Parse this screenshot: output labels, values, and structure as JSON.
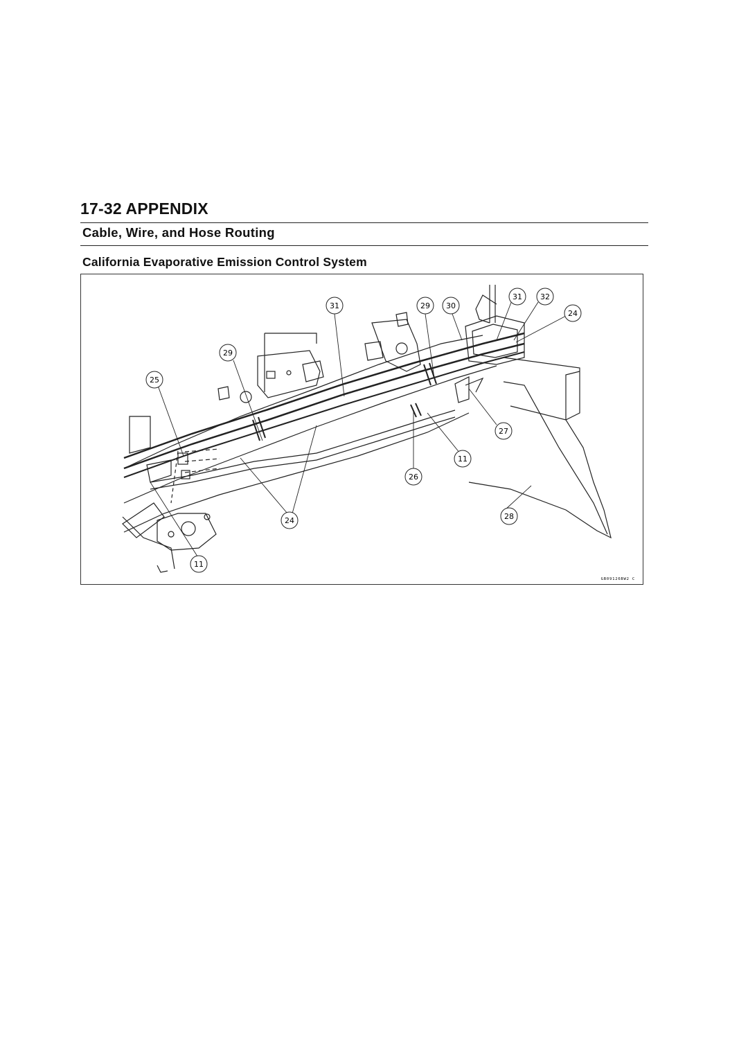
{
  "page": {
    "title": "17-32 APPENDIX",
    "section": "Cable, Wire, and Hose Routing",
    "figure_title": "California Evaporative Emission Control System"
  },
  "figure": {
    "callouts": [
      "31",
      "29",
      "30",
      "31",
      "32",
      "24",
      "29",
      "25",
      "27",
      "11",
      "26",
      "24",
      "28",
      "11"
    ],
    "code": "GB09126BW2 C"
  }
}
